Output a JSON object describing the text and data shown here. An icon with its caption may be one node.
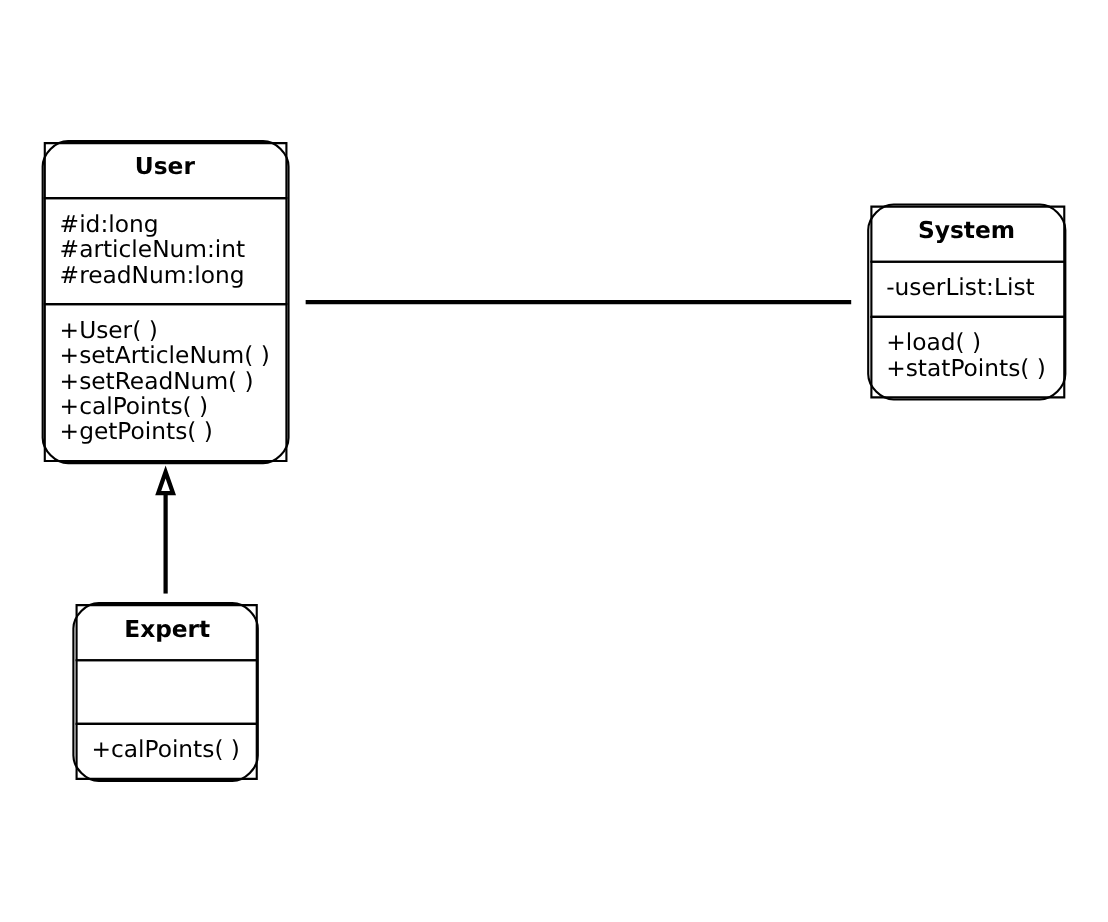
{
  "diagram": {
    "nodes": [
      {
        "text": [
          "User",
          "#id:long #articleNum:int #readNum:long",
          "+User( ) +setArticleNum( ) +setReadNum( ) +calPoints( ) +getPoints( )"
        ]
      },
      {
        "text": [
          "System",
          "-userList:List",
          "+load( ) +statPoints( )"
        ]
      },
      {
        "text": [
          "Expert",
          "+calPoints( )"
        ]
      }
    ],
    "edges": [
      {
        "from": 0,
        "to": 1,
        "arrow": "none"
      },
      {
        "from": 2,
        "to": 0,
        "arrow": "to"
      }
    ]
  }
}
